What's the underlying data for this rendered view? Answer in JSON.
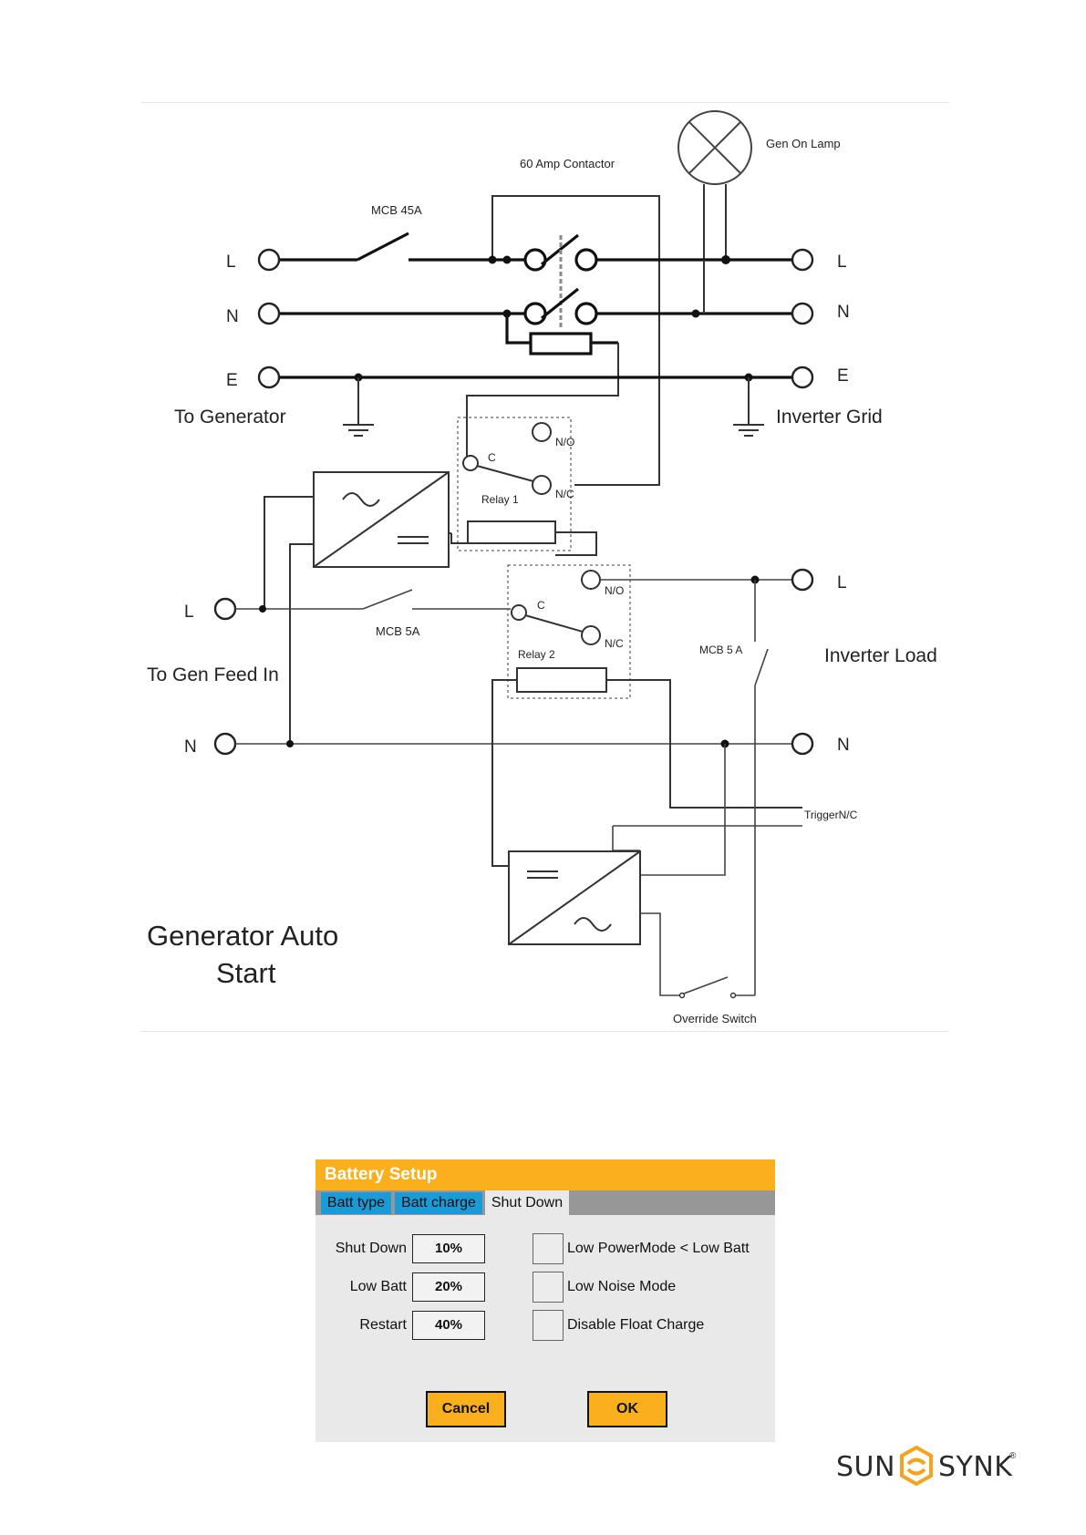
{
  "diagram": {
    "labels": {
      "gen_on_lamp": "Gen On Lamp",
      "contactor": "60 Amp Contactor",
      "mcb45": "MCB 45A",
      "gen_l": "L",
      "gen_n": "N",
      "gen_e": "E",
      "to_generator": "To Generator",
      "grid_l": "L",
      "grid_n": "N",
      "grid_e": "E",
      "inverter_grid": "Inverter Grid",
      "relay1_no": "N/O",
      "relay1_c": "C",
      "relay1_nc": "N/C",
      "relay1": "Relay 1",
      "feed_l": "L",
      "feed_n": "N",
      "mcb5": "MCB 5A",
      "to_gen_feed_in": "To Gen Feed In",
      "relay2_no": "N/O",
      "relay2_c": "C",
      "relay2_nc": "N/C",
      "relay2": "Relay 2",
      "mcb5a": "MCB 5 A",
      "load_l": "L",
      "load_n": "N",
      "inverter_load": "Inverter Load",
      "trigger": "TriggerN/C",
      "title_line1": "Generator Auto",
      "title_line2": "Start",
      "override": "Override Switch"
    }
  },
  "panel": {
    "title": "Battery Setup",
    "tabs": [
      {
        "label": "Batt type"
      },
      {
        "label": "Batt charge"
      },
      {
        "label": "Shut Down"
      }
    ],
    "active_tab": "Shut Down",
    "fields": [
      {
        "label": "Shut Down",
        "value": "10%"
      },
      {
        "label": "Low Batt",
        "value": "20%"
      },
      {
        "label": "Restart",
        "value": "40%"
      }
    ],
    "options": [
      {
        "label": "Low PowerMode < Low Batt",
        "checked": false
      },
      {
        "label": "Low Noise Mode",
        "checked": false
      },
      {
        "label": "Disable Float Charge",
        "checked": false
      }
    ],
    "cancel_label": "Cancel",
    "ok_label": "OK",
    "colors": {
      "accent": "#fab01c",
      "tab_blue": "#1a9ad6",
      "tab_bar": "#979797",
      "panel_bg": "#e9e9e9"
    }
  },
  "brand": {
    "left": "SUN",
    "right": "SYNK",
    "mark": "®",
    "icon": "sunsynk-swirl-icon",
    "color": "#f5a31a"
  }
}
